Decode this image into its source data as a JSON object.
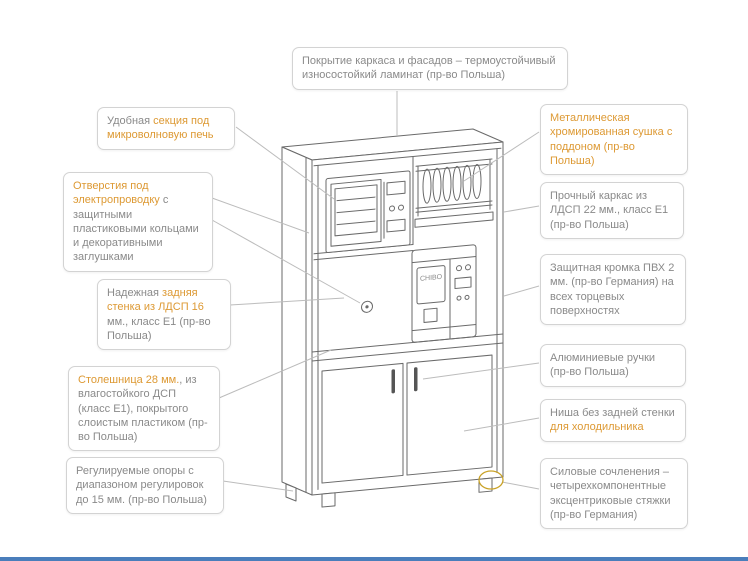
{
  "page": {
    "background": "#ffffff",
    "footer_bar_color": "#4a7ebb"
  },
  "colors": {
    "accent_orange": "#dd9933",
    "text_gray": "#8a8a8a",
    "box_border": "#d3d3d3",
    "connector_gray": "#bcbcbc",
    "drawing_stroke": "#6a6a6a",
    "highlight_gold": "#c9a227"
  },
  "drawing": {
    "subject": "kitchen-mini-cabinet-line-drawing",
    "coffee_machine_text": "CHIBO"
  },
  "callouts": {
    "coating": {
      "parts": [
        {
          "t": "Покрытие каркаса и фасадов – термоустойчивый износостойкий ламинат (пр-во Польша)",
          "c": "gray"
        }
      ]
    },
    "microwave_section": {
      "parts": [
        {
          "t": "Удобная ",
          "c": "gray"
        },
        {
          "t": "секция под микроволновую печь",
          "c": "orange"
        }
      ]
    },
    "wiring_holes": {
      "parts": [
        {
          "t": "Отверстия под электропроводку",
          "c": "orange"
        },
        {
          "t": " с защитными пластиковыми кольцами и декоративными заглушками",
          "c": "gray"
        }
      ]
    },
    "back_panel": {
      "parts": [
        {
          "t": "Надежная ",
          "c": "gray"
        },
        {
          "t": "задняя стенка из ЛДСП 16",
          "c": "orange"
        },
        {
          "t": " мм., класс E1 (пр-во Польша)",
          "c": "gray"
        }
      ]
    },
    "countertop": {
      "parts": [
        {
          "t": "Столешница 28 мм.",
          "c": "orange"
        },
        {
          "t": ", из влагостойкого ДСП (класс E1), покрытого слоистым пластиком (пр-во Польша)",
          "c": "gray"
        }
      ]
    },
    "adjustable_feet": {
      "parts": [
        {
          "t": "Регулируемые опоры с диапазоном регулировок до 15 мм. (пр-во Польша)",
          "c": "gray"
        }
      ]
    },
    "dish_dryer": {
      "parts": [
        {
          "t": "Металлическая хромированная сушка с поддоном (пр-во Польша)",
          "c": "orange"
        }
      ]
    },
    "frame": {
      "parts": [
        {
          "t": "Прочный каркас из ЛДСП 22 мм., класс E1 (пр-во Польша)",
          "c": "gray"
        }
      ]
    },
    "pvc_edge": {
      "parts": [
        {
          "t": "Защитная кромка ПВХ 2 мм. (пр-во Германия) на всех торцевых поверхностях",
          "c": "gray"
        }
      ]
    },
    "handles": {
      "parts": [
        {
          "t": "Алюминиевые ручки (пр-во Польша)",
          "c": "gray"
        }
      ]
    },
    "fridge_niche": {
      "parts": [
        {
          "t": "Ниша без задней стенки ",
          "c": "gray"
        },
        {
          "t": "для холодильника",
          "c": "orange"
        }
      ]
    },
    "joints": {
      "parts": [
        {
          "t": "Силовые сочленения – четырехкомпонентные эксцентриковые стяжки (пр-во Германия)",
          "c": "gray"
        }
      ]
    }
  }
}
